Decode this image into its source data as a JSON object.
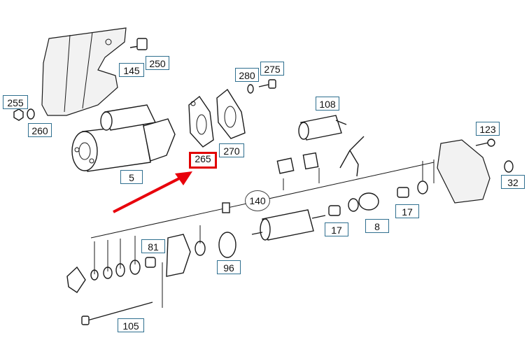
{
  "callouts": {
    "c250": "250",
    "c145": "145",
    "c255": "255",
    "c260": "260",
    "c5": "5",
    "c280": "280",
    "c275": "275",
    "c265": "265",
    "c270": "270",
    "c108": "108",
    "c123": "123",
    "c32": "32",
    "c140": "140",
    "c17a": "17",
    "c17b": "17",
    "c8": "8",
    "c81": "81",
    "c96": "96",
    "c105": "105"
  },
  "highlight": {
    "part": "265",
    "color": "#e10000",
    "arrow_color": "#e8000b"
  },
  "icons": [
    "starter-motor",
    "heat-shield",
    "gasket",
    "solenoid",
    "shift-fork",
    "pinion-gear",
    "armature",
    "brush-holder",
    "end-cover",
    "through-bolt"
  ]
}
